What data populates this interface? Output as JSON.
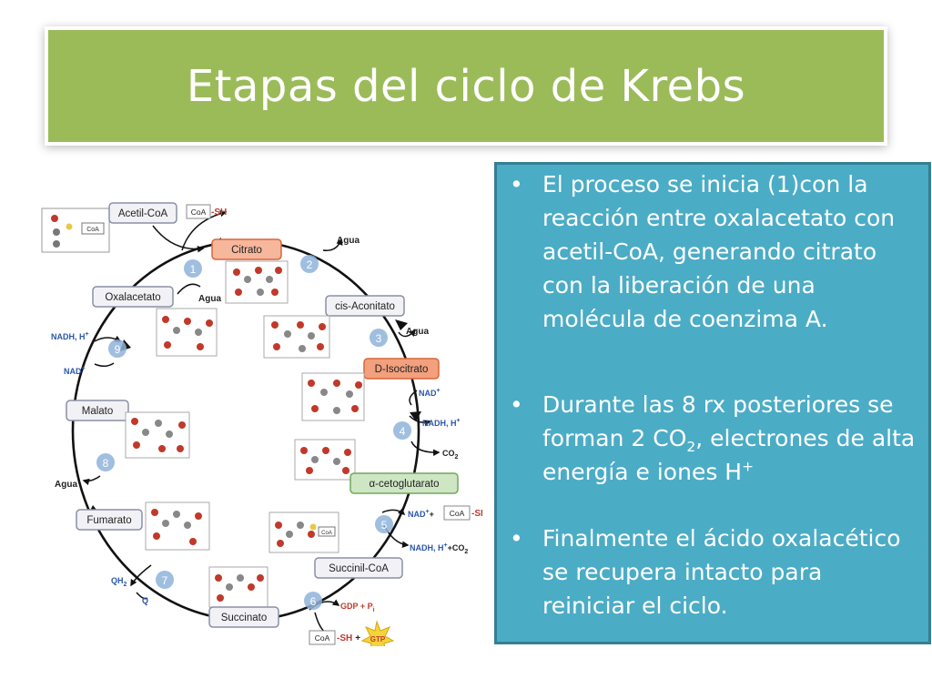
{
  "slide": {
    "title": "Etapas del ciclo de Krebs",
    "bullets": [
      {
        "text": "El proceso se inicia (1)con la reacción entre oxalacetato con acetil-CoA, generando citrato con la liberación de una molécula de coenzima A."
      },
      {
        "t1": "Durante las 8 rx posteriores se forman 2 CO",
        "sub": "2",
        "t2": ", electrones de alta energía e iones H",
        "sup": "+"
      },
      {
        "text": "Finalmente el ácido oxalacético se recupera intacto para reiniciar el ciclo."
      }
    ],
    "bullet_symbol": "•"
  },
  "diagram": {
    "intermediates": [
      "Acetil-CoA",
      "Citrato",
      "cis-Aconitato",
      "D-Isocitrato",
      "α-cetoglutarato",
      "Succinil-CoA",
      "Succinato",
      "Fumarato",
      "Malato",
      "Oxalacetato"
    ],
    "step_numbers": [
      "1",
      "2",
      "3",
      "4",
      "5",
      "6",
      "7",
      "8",
      "9"
    ],
    "coa_label": "CoA",
    "sh_label": "-SH",
    "plus": "+",
    "cofactors": {
      "agua": "Agua",
      "nad": "NAD",
      "nadh_h": "NADH, H",
      "sup_plus": "+",
      "co": "CO",
      "sub_2": "2",
      "qh": "QH",
      "q": "Q",
      "gdp_pi": "GDP + P",
      "sub_i": "i",
      "gtp": "GTP"
    },
    "colors": {
      "box_border": "#8a8fa6",
      "box_fill": "#f2f2f6",
      "citrate_fill": "#f6b79c",
      "citrate_border": "#d9663a",
      "isocitrate_fill": "#f2a07d",
      "ketoglutarate_fill": "#cfe6c4",
      "ketoglutarate_border": "#6fa85b",
      "step_circle": "#8fb3d9",
      "cofactor_text": "#2b57a8",
      "sh_text": "#c0392b",
      "gtp_fill": "#f5d33b",
      "arrow": "#111111"
    }
  }
}
